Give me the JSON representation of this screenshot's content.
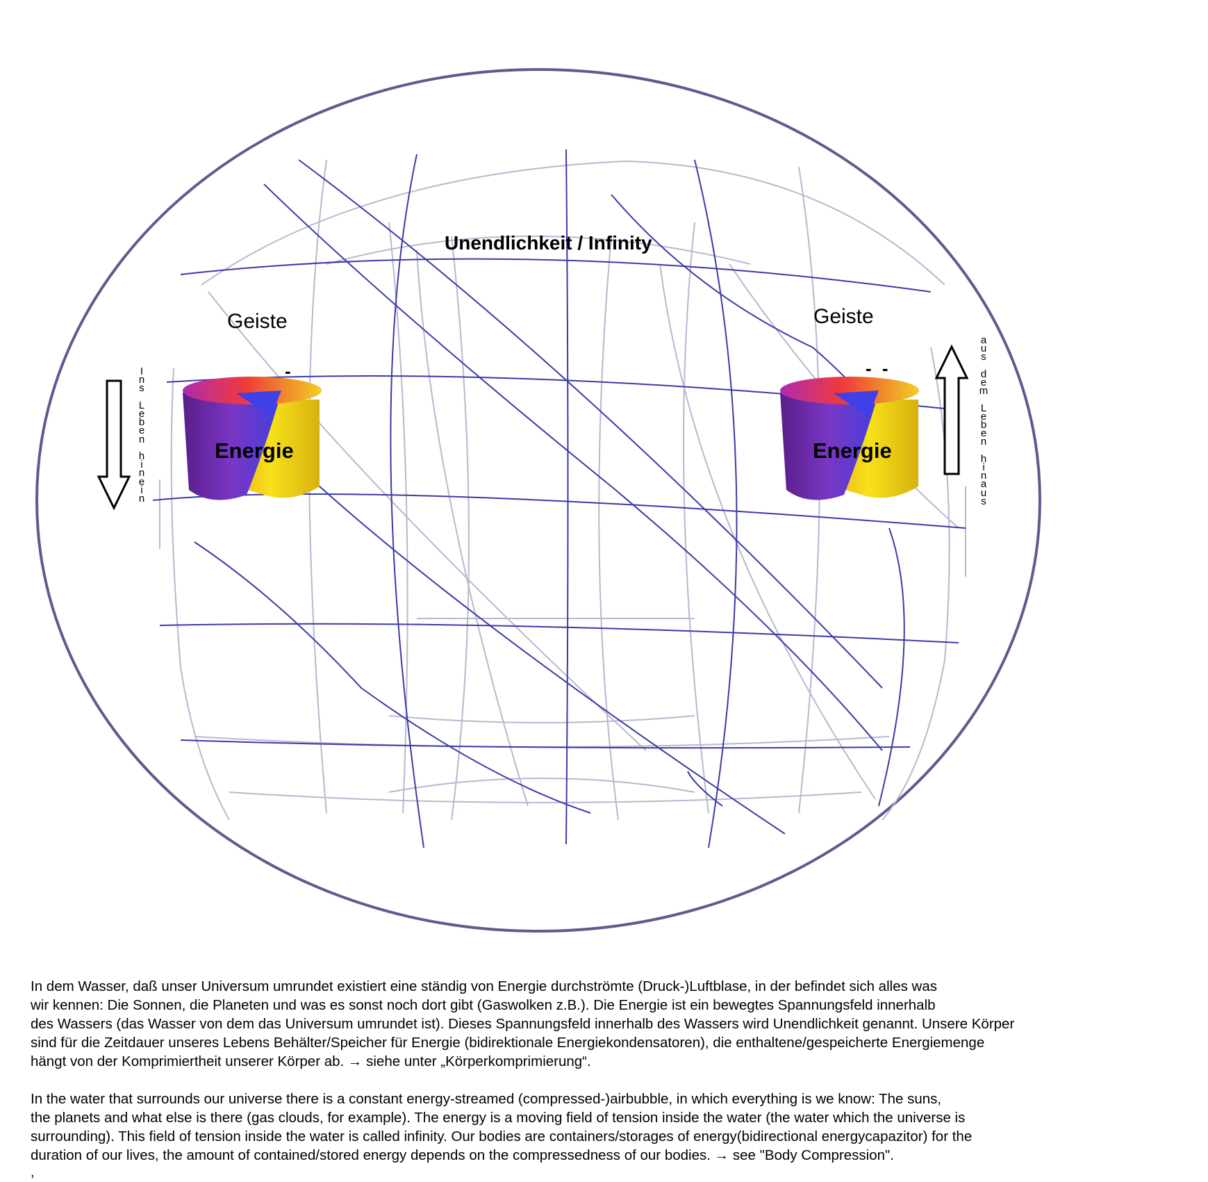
{
  "diagram": {
    "title": "Unendlichkeit / Infinity",
    "left_unit": {
      "spirit_label": "Geiste",
      "energy_label": "Energie",
      "polarity": "-",
      "arrow_direction": "down",
      "vertical_caption": "I\nn\ns\n \nL\ne\nb\ne\nn\n \nh\ni\nn\ne\ni\nn"
    },
    "right_unit": {
      "spirit_label": "Geiste",
      "energy_label": "Energie",
      "polarity": "- -",
      "arrow_direction": "up",
      "vertical_caption": "a\nu\ns\n \nd\ne\nm\n \nL\ne\nb\ne\nn\n \nh\ni\nn\na\nu\ns"
    },
    "colors": {
      "outer_ellipse": "#5c5c8e",
      "grid_lines": "#3a3aa8",
      "cylinder_purple": "#6a2aa8",
      "cylinder_blue": "#3a3ae0",
      "cylinder_red": "#f03030",
      "cylinder_yellow": "#f2e020"
    }
  },
  "text": {
    "german": "In dem Wasser, daß unser Universum umrundet existiert eine  ständig von Energie durchströmte (Druck-)Luftblase, in der befindet sich alles was\n wir kennen: Die Sonnen, die Planeten und was es sonst noch dort gibt (Gaswolken z.B.). Die Energie ist ein bewegtes Spannungsfeld innerhalb\ndes Wassers (das Wasser von dem das Universum umrundet ist). Dieses Spannungsfeld innerhalb des Wassers wird Unendlichkeit genannt. Unsere Körper\nsind für die Zeitdauer unseres Lebens Behälter/Speicher für Energie (bidirektionale Energiekondensatoren), die enthaltene/gespeicherte Energiemenge\nhängt von der Komprimiertheit unserer Körper ab. → siehe unter „Körperkomprimierung“.",
    "english": "In the water that surrounds our universe there is a constant energy-streamed (compressed-)airbubble, in which everything is  we know: The suns,\nthe planets and what else is there (gas clouds, for example). The energy is a moving field of tension inside the water (the water which the universe is\nsurrounding). This field of tension inside the water is called infinity. Our bodies are containers/storages of energy(bidirectional energycapazitor) for the\nduration of our lives, the amount of contained/stored energy depends on the compressedness of our bodies. → see \"Body Compression\".",
    "trailing": ","
  }
}
